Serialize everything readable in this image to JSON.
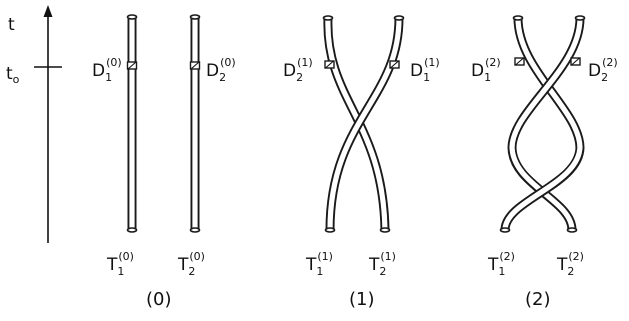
{
  "time_axis": {
    "t_label": "t",
    "t0_label": "t",
    "t0_subscript": "o"
  },
  "diagrams": [
    {
      "caption": "(0)",
      "top_left": {
        "base": "D",
        "sub": "1",
        "sup": "(0)"
      },
      "top_right": {
        "base": "D",
        "sub": "2",
        "sup": "(0)"
      },
      "bottom_left": {
        "base": "T",
        "sub": "1",
        "sup": "(0)"
      },
      "bottom_right": {
        "base": "T",
        "sub": "2",
        "sup": "(0)"
      }
    },
    {
      "caption": "(1)",
      "top_left": {
        "base": "D",
        "sub": "2",
        "sup": "(1)"
      },
      "top_right": {
        "base": "D",
        "sub": "1",
        "sup": "(1)"
      },
      "bottom_left": {
        "base": "T",
        "sub": "1",
        "sup": "(1)"
      },
      "bottom_right": {
        "base": "T",
        "sub": "2",
        "sup": "(1)"
      }
    },
    {
      "caption": "(2)",
      "top_left": {
        "base": "D",
        "sub": "1",
        "sup": "(2)"
      },
      "top_right": {
        "base": "D",
        "sub": "2",
        "sup": "(2)"
      },
      "bottom_left": {
        "base": "T",
        "sub": "1",
        "sup": "(2)"
      },
      "bottom_right": {
        "base": "T",
        "sub": "2",
        "sup": "(2)"
      }
    }
  ]
}
